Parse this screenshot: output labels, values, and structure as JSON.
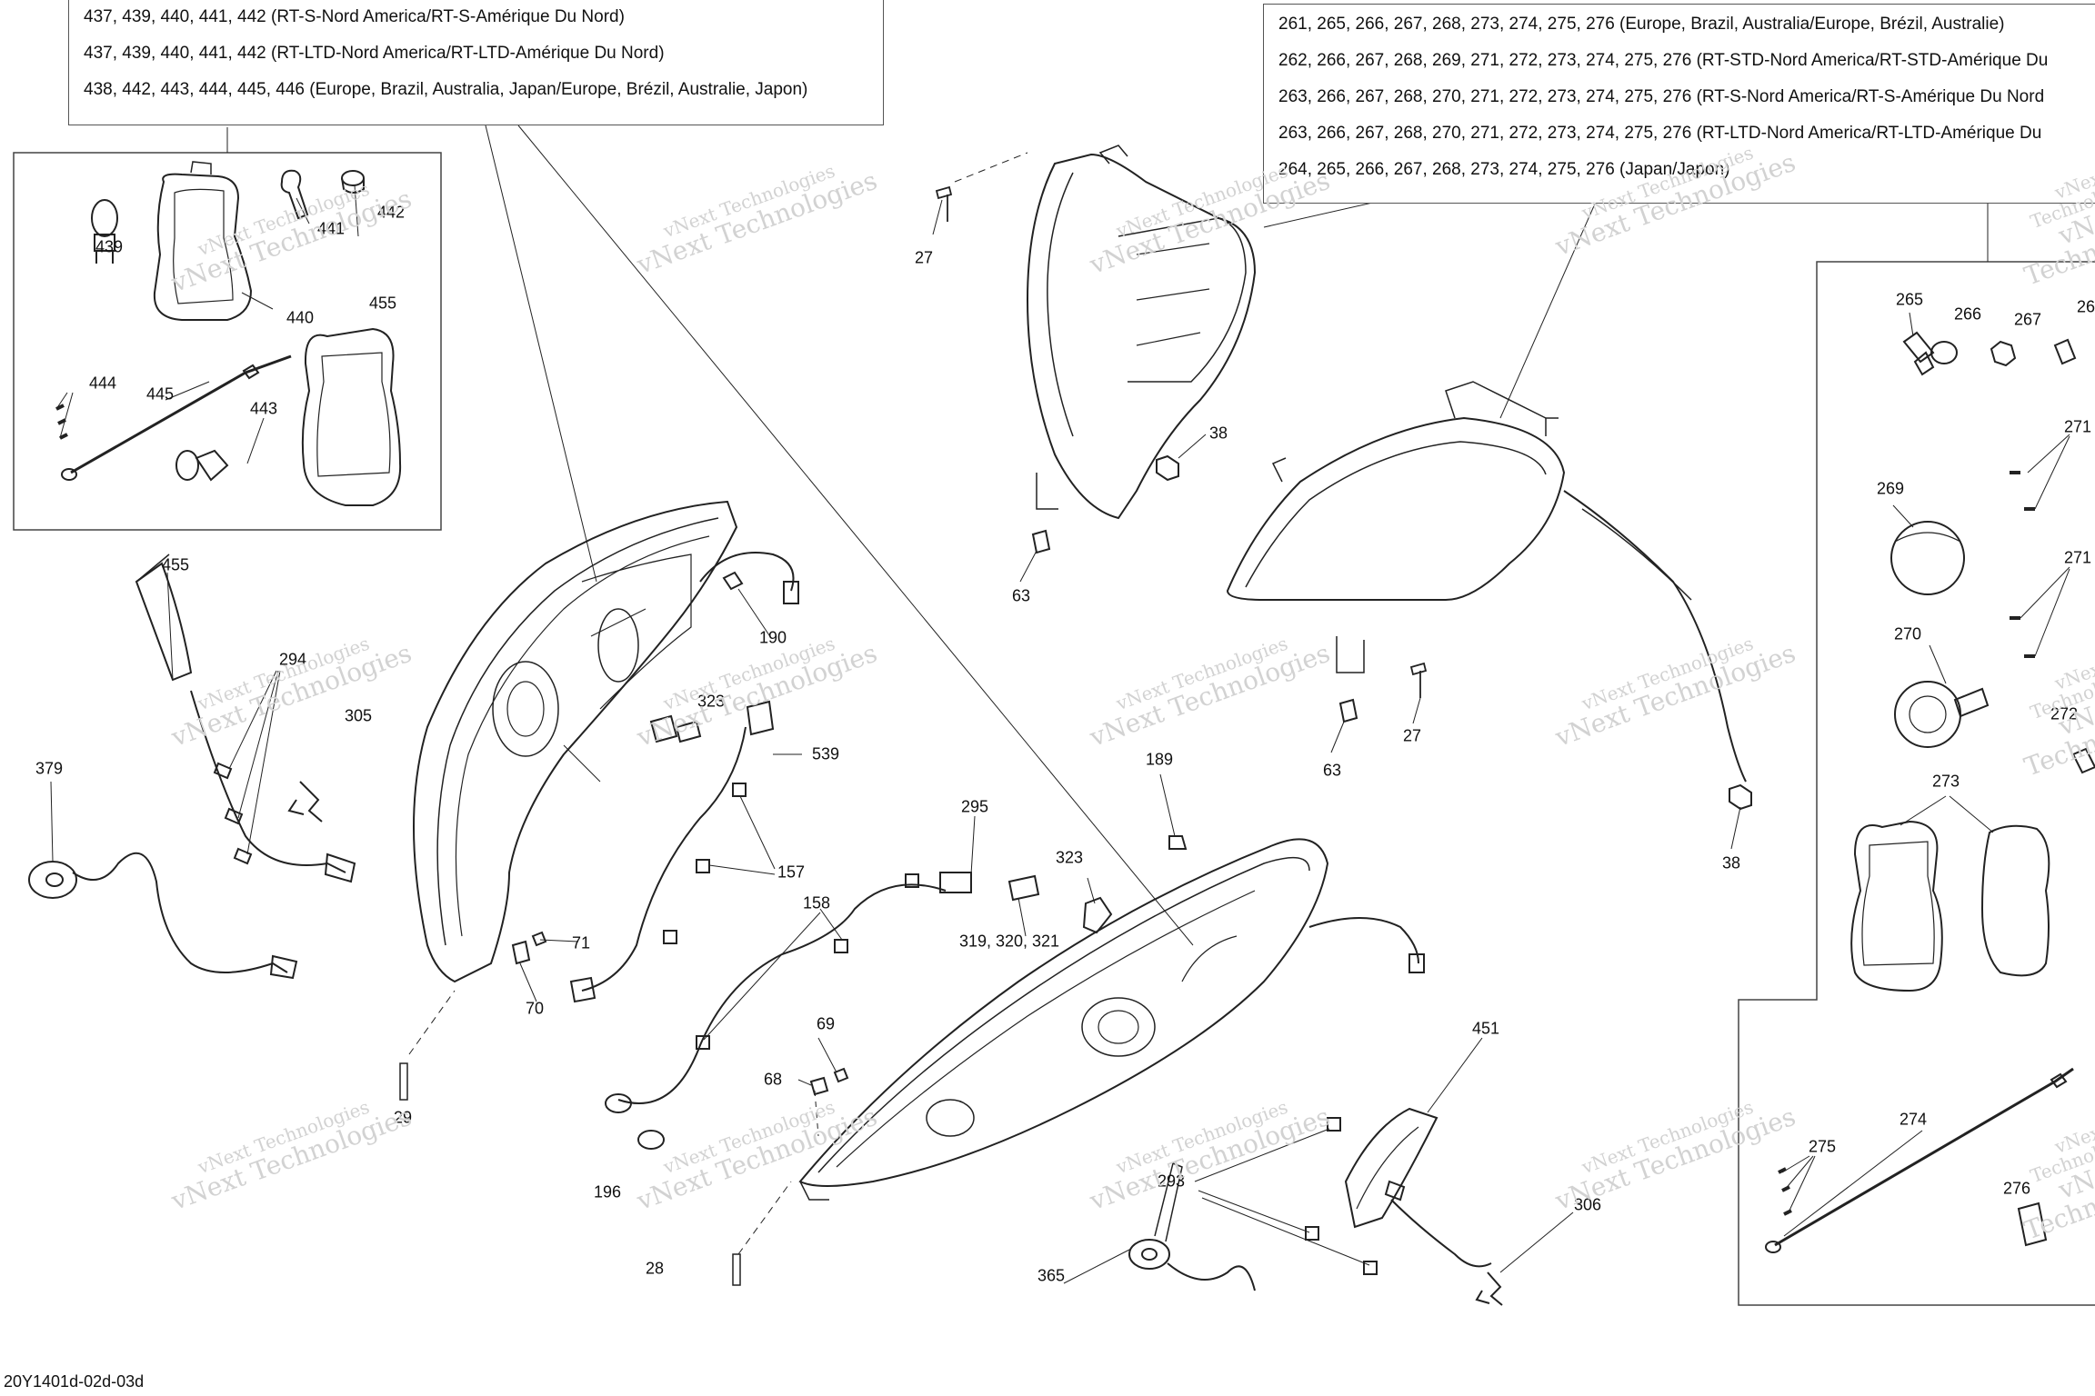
{
  "diagram_code": "20Y1401d-02d-03d",
  "watermark": {
    "line1": "vNext Technologies",
    "line2": "vNext Technologies"
  },
  "note_left": [
    "437, 439, 440, 441, 442 (RT-S-Nord America/RT-S-Amérique Du Nord)",
    "437, 439, 440, 441, 442 (RT-LTD-Nord America/RT-LTD-Amérique Du Nord)",
    "438, 442, 443, 444, 445, 446 (Europe, Brazil, Australia, Japan/Europe, Brézil, Australie, Japon)"
  ],
  "note_right": [
    "261, 265, 266, 267, 268, 273, 274, 275, 276 (Europe, Brazil, Australia/Europe, Brézil, Australie)",
    "262, 266, 267, 268, 269, 271, 272, 273, 274, 275, 276 (RT-STD-Nord America/RT-STD-Amérique Du",
    "263, 266, 267, 268, 270, 271, 272, 273, 274, 275, 276 (RT-S-Nord America/RT-S-Amérique Du Nord",
    "263, 266, 267, 268, 270, 271, 272, 273, 274, 275, 276 (RT-LTD-Nord America/RT-LTD-Amérique Du",
    "264, 265, 266, 267, 268, 273, 274, 275, 276 (Japan/Japon)"
  ],
  "callouts": [
    "439",
    "441",
    "442",
    "440",
    "455",
    "445",
    "444",
    "443",
    "455",
    "294",
    "305",
    "379",
    "190",
    "323",
    "539",
    "157",
    "71",
    "70",
    "29",
    "158",
    "295",
    "319, 320, 321",
    "323",
    "189",
    "69",
    "68",
    "196",
    "28",
    "27",
    "38",
    "63",
    "27",
    "63",
    "38",
    "451",
    "293",
    "306",
    "365",
    "265",
    "266",
    "267",
    "26",
    "271",
    "269",
    "271",
    "270",
    "272",
    "273",
    "274",
    "275",
    "276"
  ],
  "colors": {
    "line": "#222222",
    "paper": "#ffffff",
    "watermark": "#d2d2d2"
  }
}
